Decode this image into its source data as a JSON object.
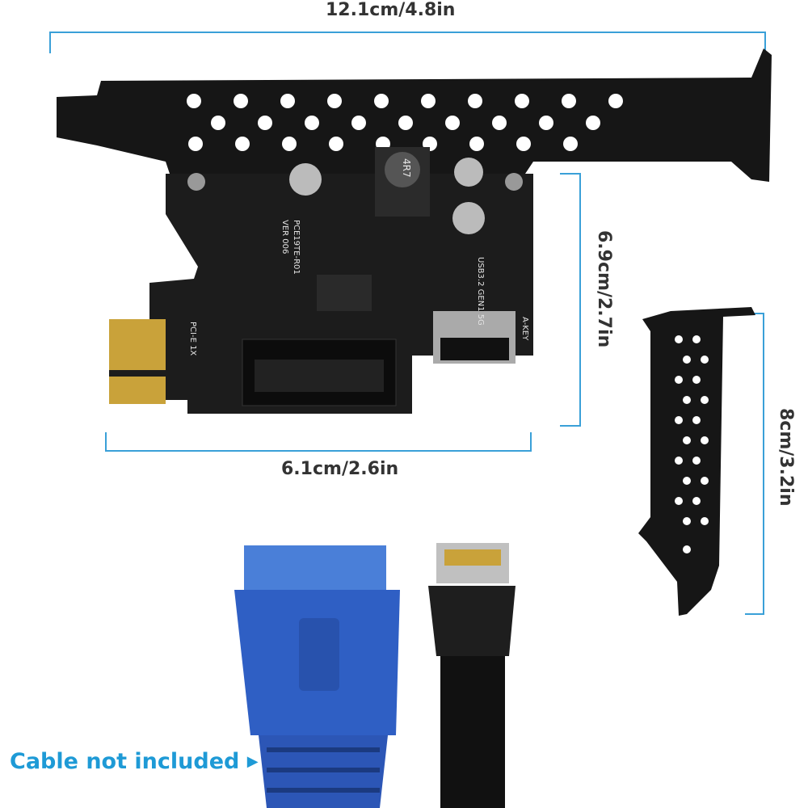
{
  "dimensions": {
    "bracket_width": "12.1cm/4.8in",
    "card_height": "6.9cm/2.7in",
    "card_length": "6.1cm/2.6in",
    "low_profile_bracket_height": "8cm/3.2in"
  },
  "note": {
    "text": "Cable not included",
    "icon": "triangle-right-icon"
  },
  "board_markings": {
    "model": "PCE19TE-R01",
    "version": "VER 006",
    "interface": "PCI-E 1X",
    "port": "USB3.2 GEN1 5G",
    "key": "A-KEY",
    "inductor": "4R7"
  },
  "colors": {
    "dimension_line": "#3aa0d8",
    "note_text": "#1e9ad6",
    "label_text": "#333333",
    "cable_blue": "#2f5fc4"
  }
}
